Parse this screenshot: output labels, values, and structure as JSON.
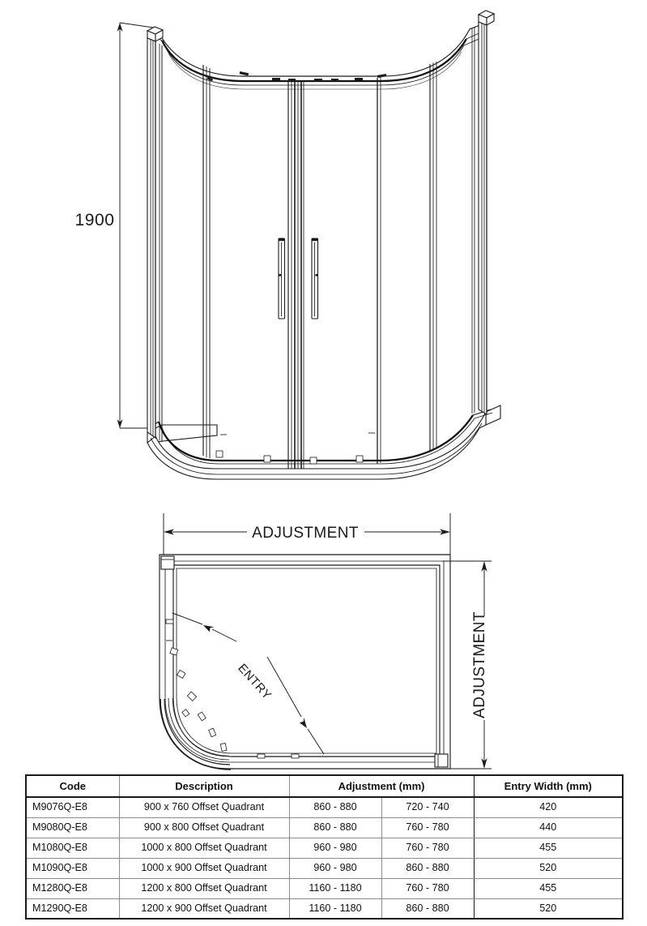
{
  "document": {
    "type": "technical-drawing",
    "product": "Offset Quadrant Shower Enclosure"
  },
  "elevation": {
    "height_dimension": "1900",
    "view_name": "front-elevation"
  },
  "plan": {
    "top_dimension_label": "ADJUSTMENT",
    "side_dimension_label": "ADJUSTMENT",
    "entry_label": "ENTRY",
    "view_name": "plan-view"
  },
  "table": {
    "headers": {
      "code": "Code",
      "description": "Description",
      "adjustment": "Adjustment (mm)",
      "entry_width": "Entry Width (mm)"
    },
    "rows": [
      {
        "code": "M9076Q-E8",
        "description": "900 x 760 Offset Quadrant",
        "adjustment_1": "860 - 880",
        "adjustment_2": "720 - 740",
        "entry_width": "420"
      },
      {
        "code": "M9080Q-E8",
        "description": "900 x 800 Offset Quadrant",
        "adjustment_1": "860 - 880",
        "adjustment_2": "760 - 780",
        "entry_width": "440"
      },
      {
        "code": "M1080Q-E8",
        "description": "1000 x 800 Offset Quadrant",
        "adjustment_1": "960 - 980",
        "adjustment_2": "760 - 780",
        "entry_width": "455"
      },
      {
        "code": "M1090Q-E8",
        "description": "1000 x 900 Offset Quadrant",
        "adjustment_1": "960 - 980",
        "adjustment_2": "860 - 880",
        "entry_width": "520"
      },
      {
        "code": "M1280Q-E8",
        "description": "1200 x 800 Offset Quadrant",
        "adjustment_1": "1160 - 1180",
        "adjustment_2": "760 - 780",
        "entry_width": "455"
      },
      {
        "code": "M1290Q-E8",
        "description": "1200 x 900 Offset Quadrant",
        "adjustment_1": "1160 - 1180",
        "adjustment_2": "860 - 880",
        "entry_width": "520"
      }
    ]
  },
  "colors": {
    "line": "#1a1a1a",
    "background": "#ffffff",
    "table_border": "#1a1a1a",
    "table_grid": "#8d8d8d"
  }
}
